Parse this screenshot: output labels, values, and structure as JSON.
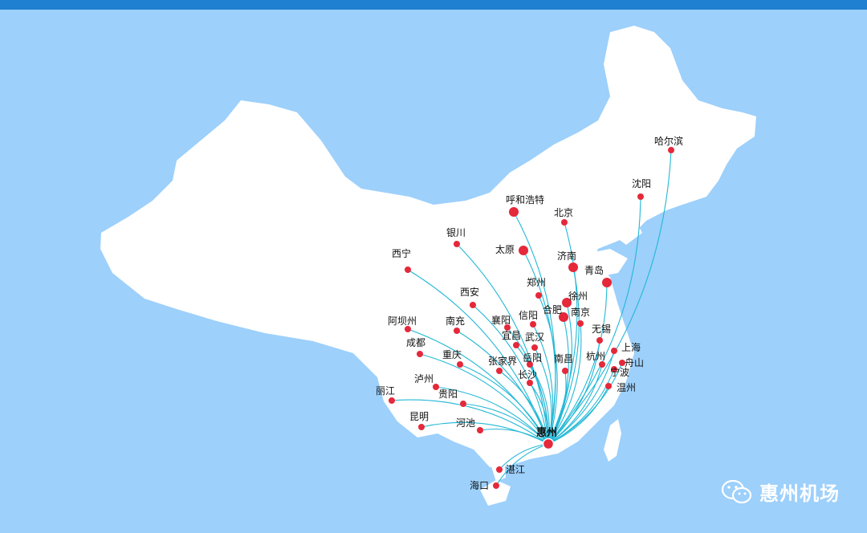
{
  "colors": {
    "sea": "#9dd0fb",
    "land": "#ffffff",
    "route": "#22b8d6",
    "city": "#e5283a",
    "topbar": "#1f7fd0"
  },
  "hub": {
    "name": "惠州"
  },
  "watermark": {
    "text": "惠州机场",
    "icon": "wechat-icon"
  },
  "cities": [
    {
      "name": "哈尔滨"
    },
    {
      "name": "沈阳"
    },
    {
      "name": "北京"
    },
    {
      "name": "呼和浩特"
    },
    {
      "name": "银川"
    },
    {
      "name": "太原"
    },
    {
      "name": "济南"
    },
    {
      "name": "青岛"
    },
    {
      "name": "西宁"
    },
    {
      "name": "郑州"
    },
    {
      "name": "徐州"
    },
    {
      "name": "西安"
    },
    {
      "name": "合肥"
    },
    {
      "name": "南京"
    },
    {
      "name": "信阳"
    },
    {
      "name": "襄阳"
    },
    {
      "name": "阿坝州"
    },
    {
      "name": "南充"
    },
    {
      "name": "无锡"
    },
    {
      "name": "宜昌"
    },
    {
      "name": "武汉"
    },
    {
      "name": "成都"
    },
    {
      "name": "上海"
    },
    {
      "name": "重庆"
    },
    {
      "name": "张家界"
    },
    {
      "name": "岳阳"
    },
    {
      "name": "杭州"
    },
    {
      "name": "舟山"
    },
    {
      "name": "南昌"
    },
    {
      "name": "宁波"
    },
    {
      "name": "长沙"
    },
    {
      "name": "泸州"
    },
    {
      "name": "温州"
    },
    {
      "name": "贵阳"
    },
    {
      "name": "丽江"
    },
    {
      "name": "昆明"
    },
    {
      "name": "河池"
    },
    {
      "name": "湛江"
    },
    {
      "name": "海口"
    }
  ]
}
